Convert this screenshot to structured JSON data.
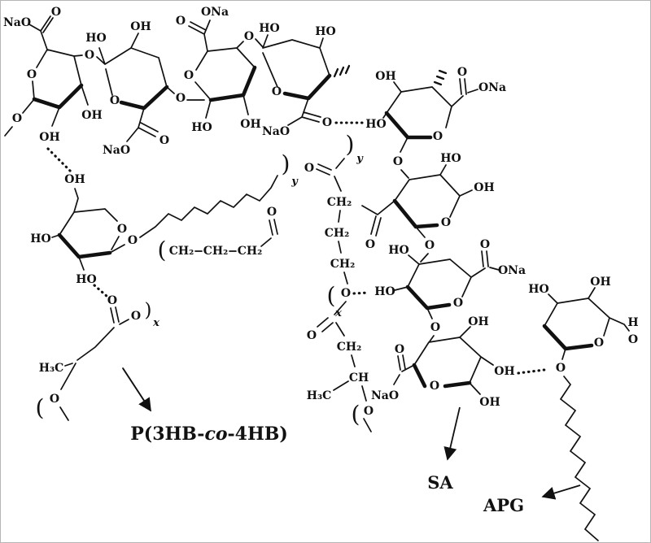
{
  "diagram": {
    "molecule_labels": {
      "phb_pre": "P(3HB-",
      "phb_co": "co",
      "phb_post": "-4HB)",
      "sa": "SA",
      "apg": "APG"
    },
    "atoms": {
      "NaO": "NaO",
      "ONa": "ONa",
      "O": "O",
      "OH": "OH",
      "HO": "HO",
      "H": "H",
      "H3C": "H₃C",
      "CH2": "CH₂",
      "CH": "CH",
      "x": "x",
      "y": "y",
      "open": "(",
      "close": ")"
    },
    "colors": {
      "ink": "#111111",
      "background": "#ffffff"
    }
  }
}
